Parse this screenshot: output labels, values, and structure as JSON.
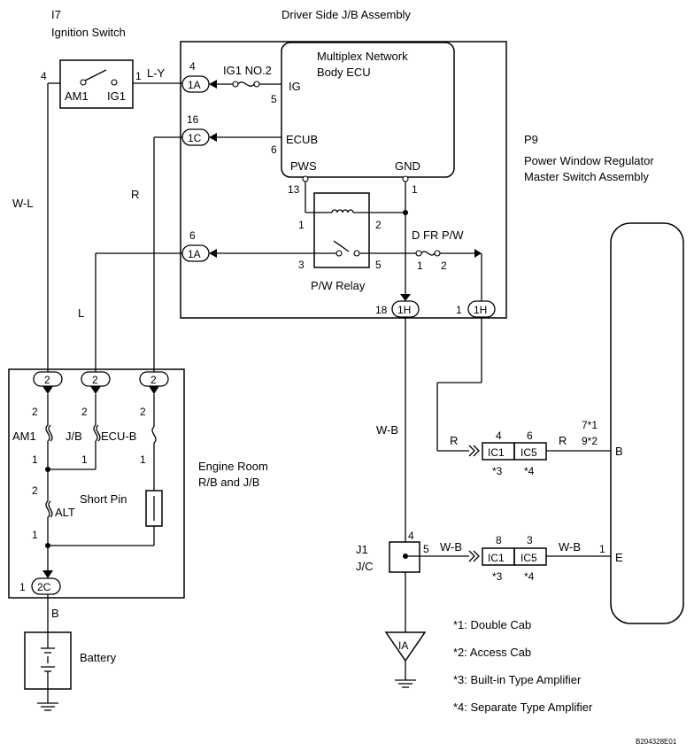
{
  "ignition_switch": {
    "id": "I7",
    "name": "Ignition Switch",
    "left_pin": "4",
    "right_pin": "1",
    "left_terminal": "AM1",
    "right_terminal": "IG1"
  },
  "jb": {
    "title": "Driver Side J/B Assembly"
  },
  "ecu": {
    "line1": "Multiplex Network",
    "line2": "Body ECU",
    "ig": "IG",
    "ig_pin": "5",
    "ecub": "ECUB",
    "ecub_pin": "6",
    "pws": "PWS",
    "gnd": "GND",
    "pws_pin": "13",
    "gnd_pin": "1"
  },
  "fuse_ig1": "IG1 NO.2",
  "relay": {
    "label": "P/W Relay",
    "pin1": "1",
    "pin2": "2",
    "pin3": "3",
    "pin5": "5"
  },
  "fuse_dfr": {
    "label": "D FR P/W",
    "pin1": "1",
    "pin2": "2"
  },
  "connectors": {
    "c1a_top": {
      "label": "1A",
      "pin": "4"
    },
    "c1c": {
      "label": "1C",
      "pin": "16"
    },
    "c1a_bot": {
      "label": "1A",
      "pin": "6"
    },
    "c1h_left": {
      "label": "1H",
      "pin": "18"
    },
    "c1h_right": {
      "label": "1H",
      "pin": "1"
    },
    "c2_a": "2",
    "c2_b": "2",
    "c2_c": "2",
    "c2c": {
      "label": "2C",
      "pin": "1"
    }
  },
  "wires": {
    "ly": "L-Y",
    "wl": "W-L",
    "r_left": "R",
    "l": "L",
    "wb_main": "W-B",
    "r_to_ic": "R",
    "r_to_master": "R",
    "wb_jc": "W-B",
    "wb_master": "W-B",
    "b": "B"
  },
  "engine_room": {
    "line1": "Engine Room",
    "line2": "R/B and J/B",
    "am1": "AM1",
    "jb": "J/B",
    "ecub": "ECU-B",
    "alt": "ALT",
    "short_pin": "Short Pin",
    "am1_top": "2",
    "am1_bot": "1",
    "jb_top": "2",
    "jb_bot": "1",
    "ecub_top": "2",
    "ecub_bot": "1",
    "alt_top": "2",
    "alt_bot": "1"
  },
  "battery": "Battery",
  "p9": {
    "id": "P9",
    "line1": "Power Window Regulator",
    "line2": "Master Switch Assembly",
    "pin_b": "B",
    "pin_e": "E",
    "pin_b_num1": "7*1",
    "pin_b_num2": "9*2",
    "pin_e_num": "1"
  },
  "ic_top": {
    "ic1": "IC1",
    "ic5": "IC5",
    "ic1_pin": "4",
    "ic5_pin": "6",
    "ic1_note": "*3",
    "ic5_note": "*4"
  },
  "ic_bot": {
    "ic1": "IC1",
    "ic5": "IC5",
    "ic1_pin": "8",
    "ic5_pin": "3",
    "ic1_note": "*3",
    "ic5_note": "*4"
  },
  "jc": {
    "id": "J1",
    "name": "J/C",
    "top_pin": "4",
    "right_pin": "5"
  },
  "ground": "IA",
  "notes": [
    "*1: Double Cab",
    "*2: Access Cab",
    "*3: Built-in Type Amplifier",
    "*4: Separate Type Amplifier"
  ],
  "ref_code": "B204328E01"
}
